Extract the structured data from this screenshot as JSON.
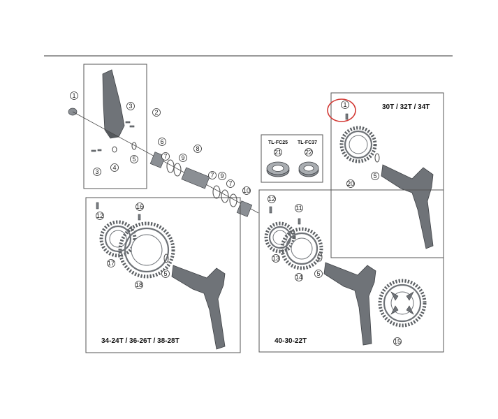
{
  "diagram": {
    "parts": [
      "1",
      "2",
      "3",
      "3",
      "4",
      "5",
      "6",
      "7",
      "8",
      "9",
      "7",
      "9",
      "7",
      "10",
      "12",
      "16",
      "17",
      "18",
      "5",
      "12",
      "11",
      "13",
      "14",
      "5",
      "15",
      "1",
      "20",
      "5",
      "21",
      "22"
    ],
    "tools": [
      {
        "name": "TL-FC25",
        "part": "21"
      },
      {
        "name": "TL-FC37",
        "part": "22"
      }
    ],
    "configs": [
      {
        "label": "30T / 32T / 34T"
      },
      {
        "label": "34-24T / 36-26T / 38-28T"
      },
      {
        "label": "40-30-22T"
      }
    ]
  },
  "colors": {
    "highlight": "#d33a35",
    "metal": "#6f7378"
  }
}
